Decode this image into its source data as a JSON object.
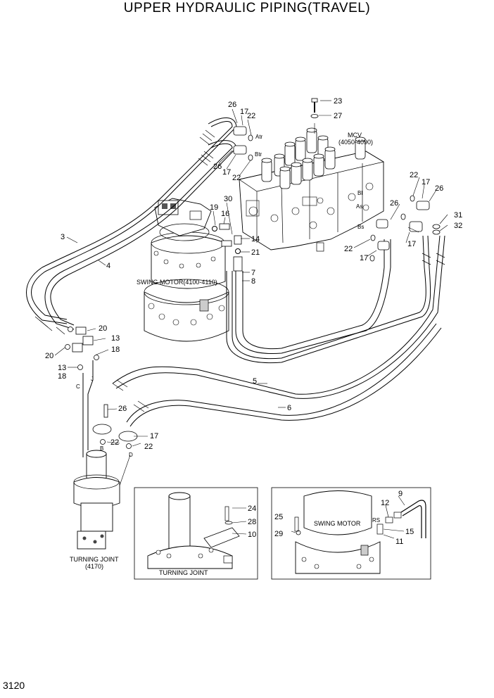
{
  "title": "UPPER HYDRAULIC PIPING(TRAVEL)",
  "page_number": "3120",
  "labels": {
    "mcv": "MCV",
    "mcv_range": "(4050-4090)",
    "swing_motor_main": "SWING MOTOR(4100-4110)",
    "turning_joint_main": "TURNING JOINT",
    "turning_joint_main_num": "(4170)",
    "turning_joint_inset": "TURNING JOINT",
    "swing_motor_inset": "SWING MOTOR",
    "port_atr": "Atr",
    "port_btr": "Btr",
    "port_as": "As",
    "port_bs": "Bs",
    "port_bl": "Bl",
    "port_rs": "RS",
    "port_c": "C",
    "port_j": "J",
    "port_b": "B",
    "port_d": "D"
  },
  "callouts": [
    {
      "id": "c26a",
      "text": "26"
    },
    {
      "id": "c17a",
      "text": "17"
    },
    {
      "id": "c22a",
      "text": "22"
    },
    {
      "id": "c26b",
      "text": "26"
    },
    {
      "id": "c17b",
      "text": "17"
    },
    {
      "id": "c22b",
      "text": "22"
    },
    {
      "id": "c23",
      "text": "23"
    },
    {
      "id": "c27",
      "text": "27"
    },
    {
      "id": "c3",
      "text": "3"
    },
    {
      "id": "c4",
      "text": "4"
    },
    {
      "id": "c30",
      "text": "30"
    },
    {
      "id": "c19",
      "text": "19"
    },
    {
      "id": "c16",
      "text": "16"
    },
    {
      "id": "c14",
      "text": "14"
    },
    {
      "id": "c21",
      "text": "21"
    },
    {
      "id": "c7",
      "text": "7"
    },
    {
      "id": "c8",
      "text": "8"
    },
    {
      "id": "c22c",
      "text": "22"
    },
    {
      "id": "c17c",
      "text": "17"
    },
    {
      "id": "c26c",
      "text": "26"
    },
    {
      "id": "c31",
      "text": "31"
    },
    {
      "id": "c32",
      "text": "32"
    },
    {
      "id": "c26d",
      "text": "26"
    },
    {
      "id": "c17d",
      "text": "17"
    },
    {
      "id": "c22d",
      "text": "22"
    },
    {
      "id": "c17e",
      "text": "17"
    },
    {
      "id": "c20a",
      "text": "20"
    },
    {
      "id": "c13a",
      "text": "13"
    },
    {
      "id": "c18a",
      "text": "18"
    },
    {
      "id": "c20b",
      "text": "20"
    },
    {
      "id": "c13b",
      "text": "13"
    },
    {
      "id": "c18b",
      "text": "18"
    },
    {
      "id": "c5",
      "text": "5"
    },
    {
      "id": "c6",
      "text": "6"
    },
    {
      "id": "c26e",
      "text": "26"
    },
    {
      "id": "c17f",
      "text": "17"
    },
    {
      "id": "c22e",
      "text": "22"
    },
    {
      "id": "c22f",
      "text": "22"
    },
    {
      "id": "c24",
      "text": "24"
    },
    {
      "id": "c28",
      "text": "28"
    },
    {
      "id": "c10",
      "text": "10"
    },
    {
      "id": "c9",
      "text": "9"
    },
    {
      "id": "c12",
      "text": "12"
    },
    {
      "id": "c25",
      "text": "25"
    },
    {
      "id": "c29",
      "text": "29"
    },
    {
      "id": "c15",
      "text": "15"
    },
    {
      "id": "c11",
      "text": "11"
    }
  ]
}
